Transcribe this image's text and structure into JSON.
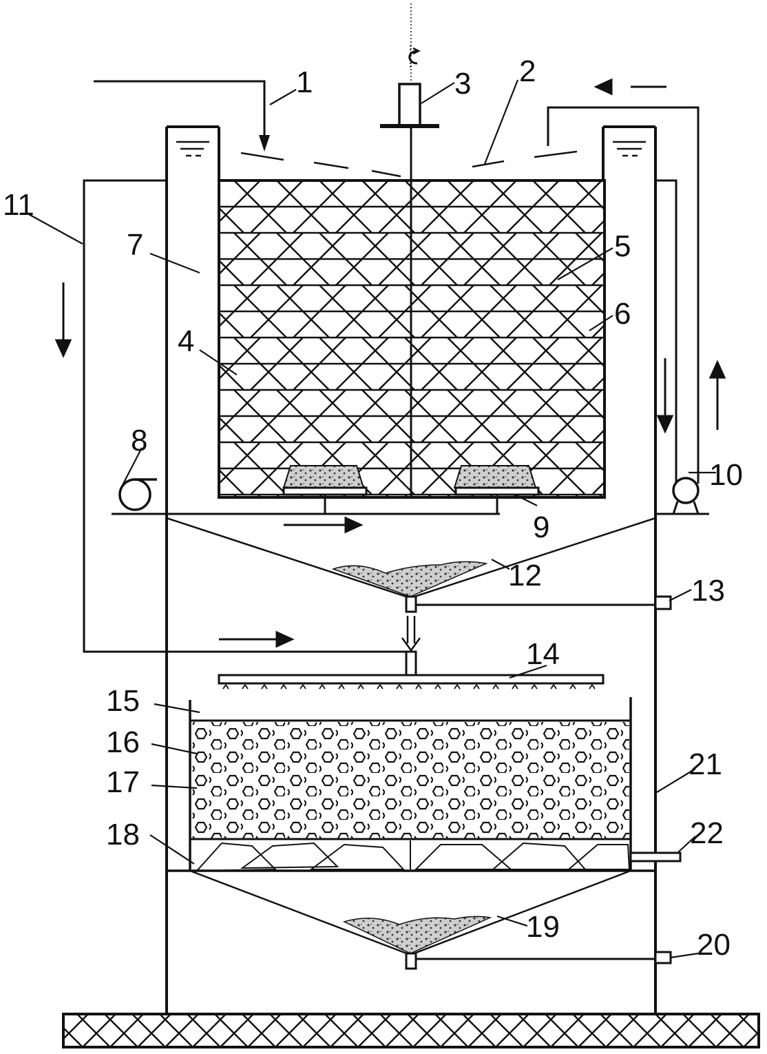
{
  "figure": {
    "callouts": [
      {
        "id": "1",
        "text": "1"
      },
      {
        "id": "2",
        "text": "2"
      },
      {
        "id": "3",
        "text": "3"
      },
      {
        "id": "4",
        "text": "4"
      },
      {
        "id": "5",
        "text": "5"
      },
      {
        "id": "6",
        "text": "6"
      },
      {
        "id": "7",
        "text": "7"
      },
      {
        "id": "8",
        "text": "8"
      },
      {
        "id": "9",
        "text": "9"
      },
      {
        "id": "10",
        "text": "10"
      },
      {
        "id": "11",
        "text": "11"
      },
      {
        "id": "12",
        "text": "12"
      },
      {
        "id": "13",
        "text": "13"
      },
      {
        "id": "14",
        "text": "14"
      },
      {
        "id": "15",
        "text": "15"
      },
      {
        "id": "16",
        "text": "16"
      },
      {
        "id": "17",
        "text": "17"
      },
      {
        "id": "18",
        "text": "18"
      },
      {
        "id": "19",
        "text": "19"
      },
      {
        "id": "20",
        "text": "20"
      },
      {
        "id": "21",
        "text": "21"
      },
      {
        "id": "22",
        "text": "22"
      }
    ]
  },
  "colors": {
    "line": "#111111",
    "background": "#ffffff",
    "sediment": "#bdbdbd"
  }
}
